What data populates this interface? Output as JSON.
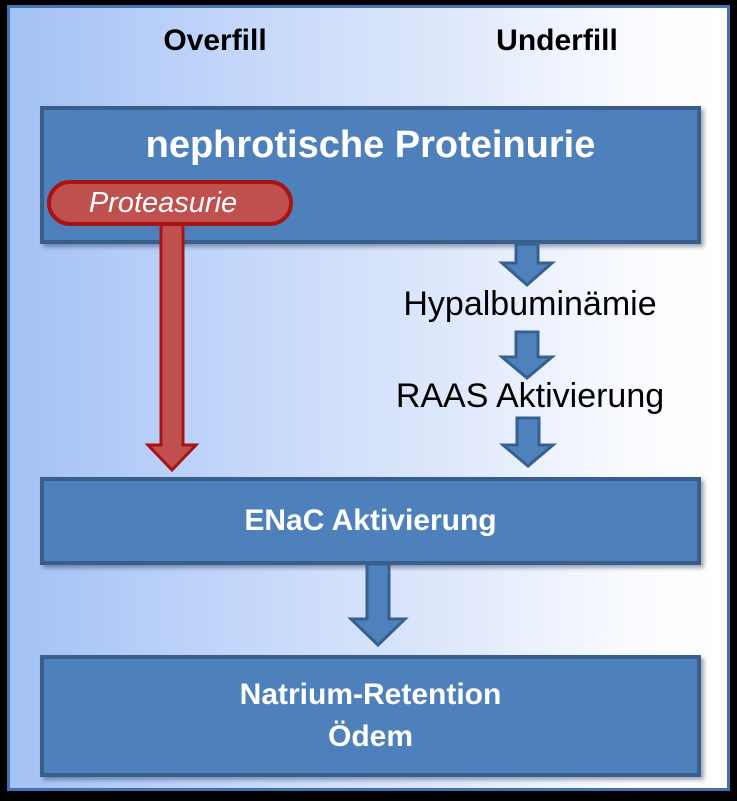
{
  "header": {
    "overfill": "Overfill",
    "underfill": "Underfill"
  },
  "nodes": {
    "proteinurie": "nephrotische Proteinurie",
    "proteasurie": "Proteasurie",
    "hypalbuminaemie": "Hypalbuminämie",
    "raas": "RAAS Aktivierung",
    "enac": "ENaC Aktivierung",
    "retention_line1": "Natrium-Retention",
    "retention_line2": "Ödem"
  },
  "colors": {
    "bg_left": "#a3c1f5",
    "bg_mid": "#dde7fb",
    "bg_right": "#ffffff",
    "frame_line": "#4472b0",
    "box_fill": "#4e80bc",
    "box_border": "#395e8c",
    "box_text": "#ffffff",
    "arrow_blue_fill": "#4f81bd",
    "arrow_blue_border": "#36618e",
    "red_fill": "#c0504d",
    "red_border": "#a81414",
    "label_text": "#000000"
  }
}
